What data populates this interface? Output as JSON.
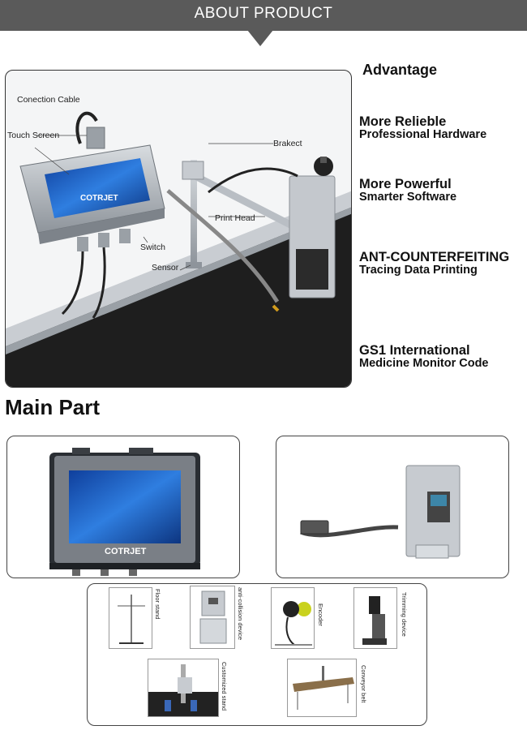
{
  "header": {
    "title": "ABOUT PRODUCT"
  },
  "hero": {
    "brand": "COTRJET",
    "callouts": {
      "connection_cable": "Conection Cable",
      "touch_screen": "Touch Screen",
      "bracket": "Brakect",
      "print_head": "Print Head",
      "switch": "Switch",
      "sensor": "Sensor"
    }
  },
  "advantage": {
    "heading": "Advantage",
    "items": [
      {
        "title": "More Relieble",
        "subtitle": "Professional Hardware"
      },
      {
        "title": "More Powerful",
        "subtitle": "Smarter Software"
      },
      {
        "title": "ANT-COUNTERFEITING",
        "subtitle": "Tracing Data Printing"
      },
      {
        "title": "GS1 International",
        "subtitle": "Medicine Monitor Code"
      }
    ]
  },
  "main_part": {
    "heading": "Main Part",
    "controller_brand": "COTRJET",
    "accessories": [
      {
        "label": "Floor stand"
      },
      {
        "label": "anti-collision device"
      },
      {
        "label": "Encoder"
      },
      {
        "label": "Trimming device"
      },
      {
        "label": "Customized stand"
      },
      {
        "label": "Conveyor belt"
      }
    ]
  },
  "colors": {
    "banner": "#5a5a5a",
    "screen_blue": "#1d5fc7",
    "metal": "#b9bec4",
    "belt": "#1e1e1e"
  }
}
